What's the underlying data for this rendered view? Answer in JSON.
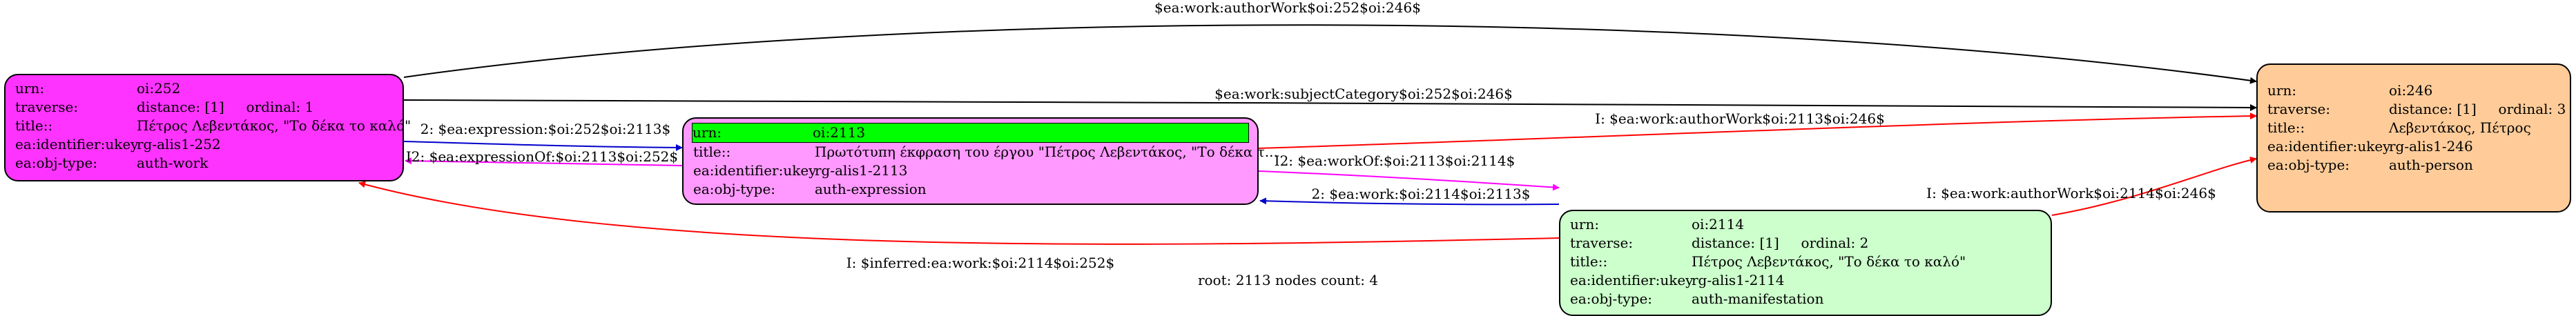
{
  "edges": [
    {
      "id": "e1",
      "label": "$ea:work:authorWork$oi:252$oi:246$",
      "color": "#000000"
    },
    {
      "id": "e2",
      "label": "$ea:work:subjectCategory$oi:252$oi:246$",
      "color": "#000000"
    },
    {
      "id": "e3",
      "label": "2: $ea:expression:$oi:252$oi:2113$",
      "color": "#0000cc"
    },
    {
      "id": "e4",
      "label": "I2: $ea:expressionOf:$oi:2113$oi:252$",
      "color": "#ff00ff"
    },
    {
      "id": "e5",
      "label": "I: $ea:work:authorWork$oi:2113$oi:246$",
      "color": "#ff0000"
    },
    {
      "id": "e6",
      "label": "I2: $ea:workOf:$oi:2113$oi:2114$",
      "color": "#ff00ff"
    },
    {
      "id": "e7",
      "label": "2: $ea:work:$oi:2114$oi:2113$",
      "color": "#0000cc"
    },
    {
      "id": "e8",
      "label": "I: $ea:work:authorWork$oi:2114$oi:246$",
      "color": "#ff0000"
    },
    {
      "id": "e9",
      "label": "I: $inferred:ea:work:$oi:2114$oi:252$",
      "color": "#ff0000"
    }
  ],
  "nodes": {
    "n252": {
      "fill": "#ff33ff",
      "urn_key": "urn:",
      "urn_val": "oi:252",
      "traverse_key": "traverse:",
      "traverse_val": "distance: [1]     ordinal: 1",
      "title_key": "title::",
      "title_val": "Πέτρος Λεβεντάκος, \"Το δέκα το καλό\"",
      "ukey_key": "ea:identifier:ukey",
      "ukey_val": "rg-alis1-252",
      "type_key": "ea:obj-type:",
      "type_val": "auth-work"
    },
    "n2113": {
      "fill": "#ff99ff",
      "urn_key": "urn:",
      "urn_val": "oi:2113",
      "title_key": "title::",
      "title_val": "Πρωτότυπη έκφραση του έργου \"Πέτρος Λεβεντάκος, \"Το δέκα τ...",
      "ukey_key": "ea:identifier:ukey",
      "ukey_val": "rg-alis1-2113",
      "type_key": "ea:obj-type:",
      "type_val": "auth-expression"
    },
    "n2114": {
      "fill": "#ccffcc",
      "urn_key": "urn:",
      "urn_val": "oi:2114",
      "traverse_key": "traverse:",
      "traverse_val": "distance: [1]     ordinal: 2",
      "title_key": "title::",
      "title_val": "Πέτρος Λεβεντάκος, \"Το δέκα το καλό\"",
      "ukey_key": "ea:identifier:ukey",
      "ukey_val": "rg-alis1-2114",
      "type_key": "ea:obj-type:",
      "type_val": "auth-manifestation"
    },
    "n246": {
      "fill": "#ffcc99",
      "urn_key": "urn:",
      "urn_val": "oi:246",
      "traverse_key": "traverse:",
      "traverse_val": "distance: [1]     ordinal: 3",
      "title_key": "title::",
      "title_val": "Λεβεντάκος, Πέτρος",
      "ukey_key": "ea:identifier:ukey",
      "ukey_val": "rg-alis1-246",
      "type_key": "ea:obj-type:",
      "type_val": "auth-person"
    }
  },
  "footer": "root: 2113 nodes count: 4"
}
